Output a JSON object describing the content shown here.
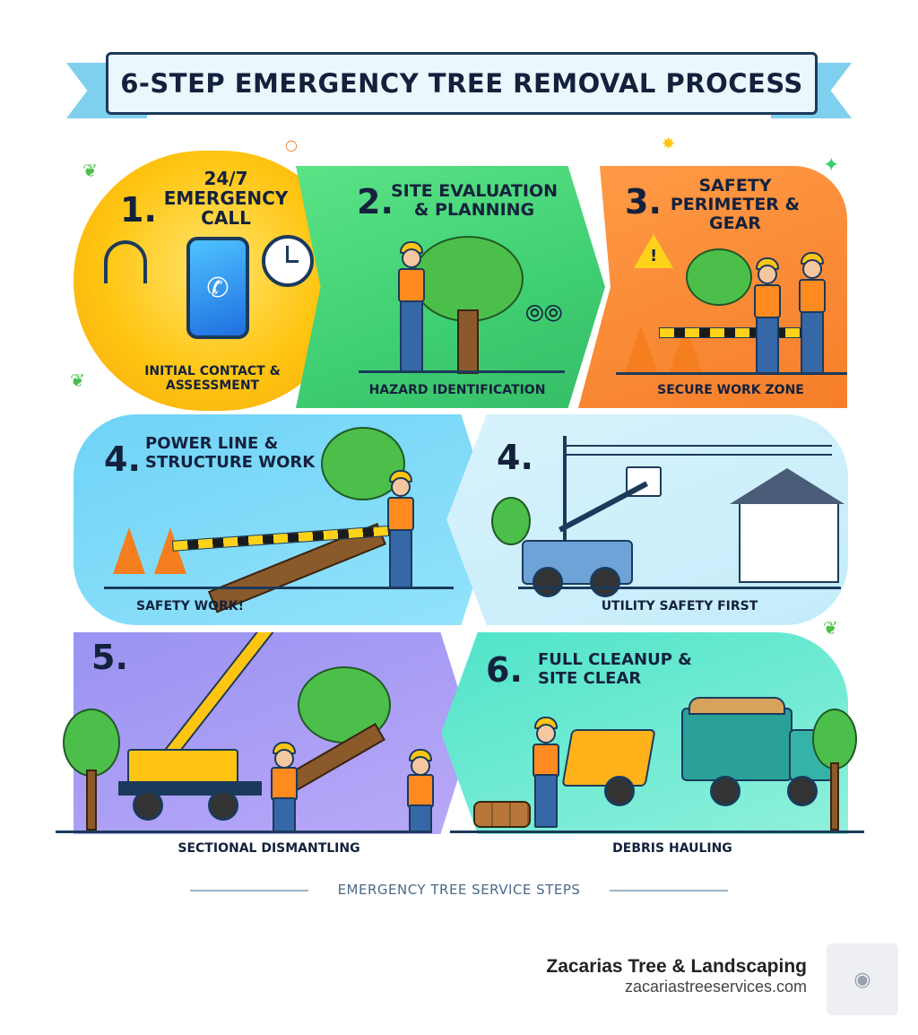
{
  "title": "6-STEP EMERGENCY TREE REMOVAL PROCESS",
  "steps": [
    {
      "number": "1.",
      "title": "24/7 EMERGENCY CALL",
      "caption": "INITIAL CONTACT & ASSESSMENT"
    },
    {
      "number": "2.",
      "title": "SITE EVALUATION & PLANNING",
      "caption": "HAZARD IDENTIFICATION"
    },
    {
      "number": "3.",
      "title": "SAFETY PERIMETER & GEAR",
      "caption": "SECURE WORK ZONE"
    },
    {
      "number": "4.",
      "title": "POWER LINE & STRUCTURE WORK",
      "caption": "SAFETY WORK!"
    },
    {
      "number": "4.",
      "title": "",
      "caption": "UTILITY SAFETY FIRST"
    },
    {
      "number": "5.",
      "title": "",
      "caption": "SECTIONAL DISMANTLING"
    },
    {
      "number": "6.",
      "title": "FULL CLEANUP & SITE CLEAR",
      "caption": "DEBRIS HAULING"
    }
  ],
  "footer_label": "EMERGENCY TREE SERVICE STEPS",
  "brand": {
    "name": "Zacarias Tree & Landscaping",
    "url": "zacariastreeservices.com"
  },
  "colors": {
    "step1": "#ffc512",
    "step2": "#3fce72",
    "step3": "#f57e2a",
    "step4a": "#6fd3f6",
    "step4b": "#d8f3fc",
    "step5": "#9a93f2",
    "step6": "#4fe4c9"
  },
  "icons": [
    "headset-icon",
    "phone-icon",
    "clock-icon",
    "warning-icon",
    "binoculars-icon"
  ]
}
